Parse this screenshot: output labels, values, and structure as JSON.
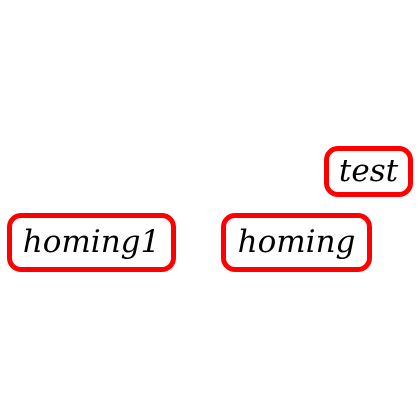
{
  "nodes": {
    "test": {
      "label": "test"
    },
    "homing1": {
      "label": "homing1"
    },
    "homing": {
      "label": "homing"
    }
  },
  "colors": {
    "border": "#ff0000",
    "text": "#000000",
    "background": "#ffffff"
  }
}
